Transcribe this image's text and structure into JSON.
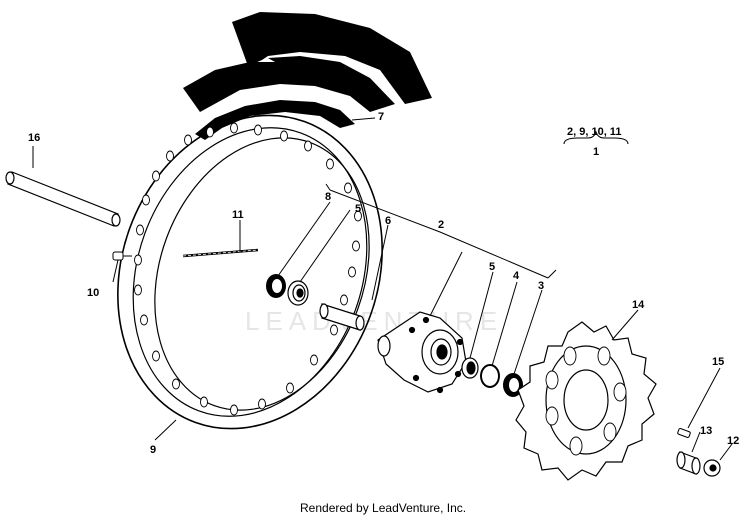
{
  "diagram": {
    "callouts": {
      "c1": "1",
      "c2": "2",
      "c3": "3",
      "c4": "4",
      "c5a": "5",
      "c5b": "5",
      "c6": "6",
      "c7": "7",
      "c8": "8",
      "c9": "9",
      "c10": "10",
      "c11": "11",
      "c12": "12",
      "c13": "13",
      "c14": "14",
      "c15": "15",
      "c16": "16"
    },
    "assembly_note": "2, 9, 10, 11",
    "watermark": "LEADVENTURE",
    "footer": "Rendered by LeadVenture, Inc."
  }
}
